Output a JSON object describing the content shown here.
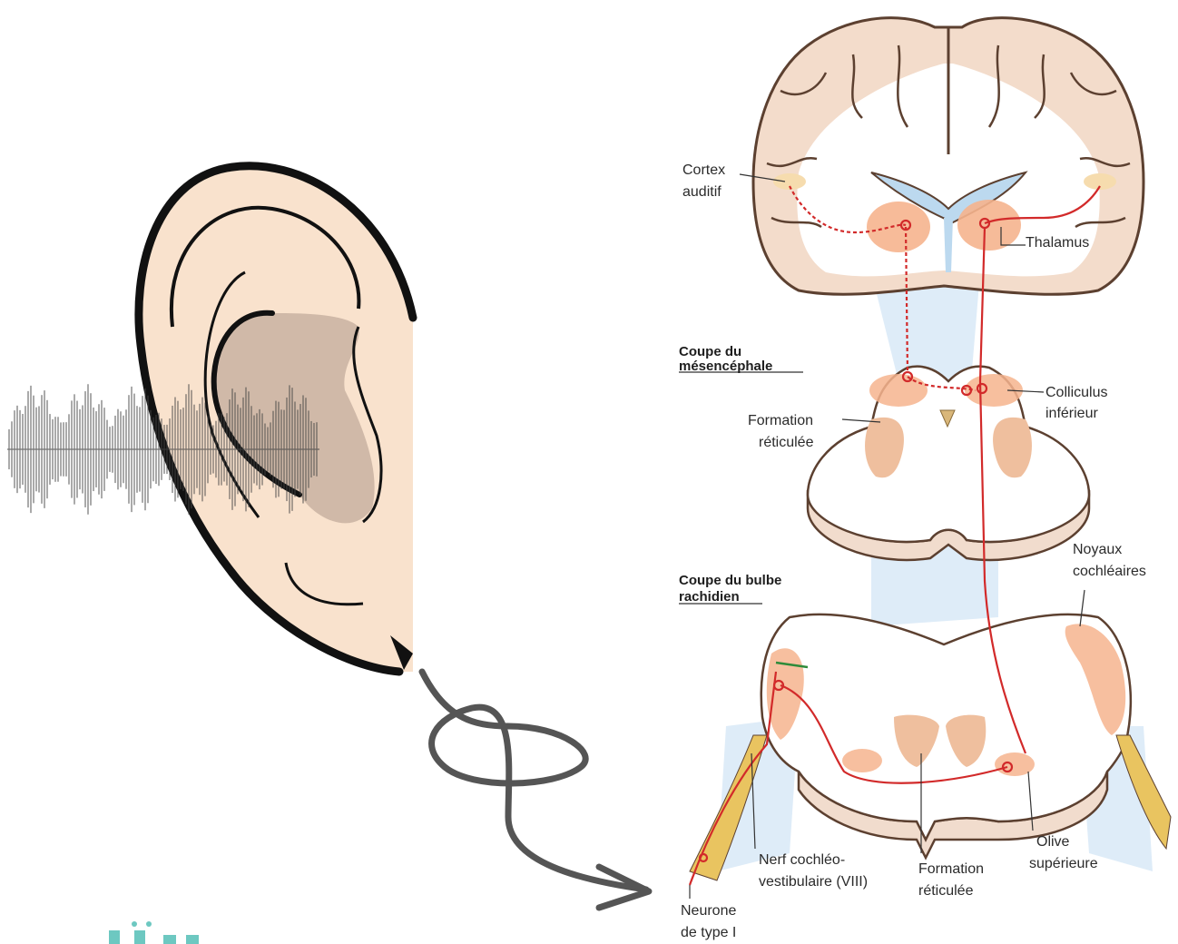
{
  "labels": {
    "cortex_auditif": [
      "Cortex",
      "auditif"
    ],
    "thalamus": "Thalamus",
    "coupe_mesencephale": [
      "Coupe du",
      "mésencéphale"
    ],
    "colliculus_inferieur": [
      "Colliculus",
      "inférieur"
    ],
    "formation_reticulee_mid": [
      "Formation",
      "réticulée"
    ],
    "noyaux_cochleaires": [
      "Noyaux",
      "cochléaires"
    ],
    "coupe_bulbe": [
      "Coupe du bulbe",
      "rachidien"
    ],
    "nerf_cochleo": [
      "Nerf cochléo-",
      "vestibulaire (VIII)"
    ],
    "formation_reticulee_bulbe": [
      "Formation",
      "réticulée"
    ],
    "olive_superieure": [
      "Olive",
      "supérieure"
    ],
    "neurone": [
      "Neurone",
      "de type I"
    ]
  },
  "colors": {
    "brain_fill": "#f3dccb",
    "brain_outline": "#5c4030",
    "nucleus": "#f6b48e",
    "pathway": "#d22a2a",
    "ventricle": "#bcd9ef",
    "ear_skin": "#f9e2cd",
    "ear_shadow": "#c9b3a4",
    "arrow": "#555555",
    "nerve": "#e9c460"
  }
}
